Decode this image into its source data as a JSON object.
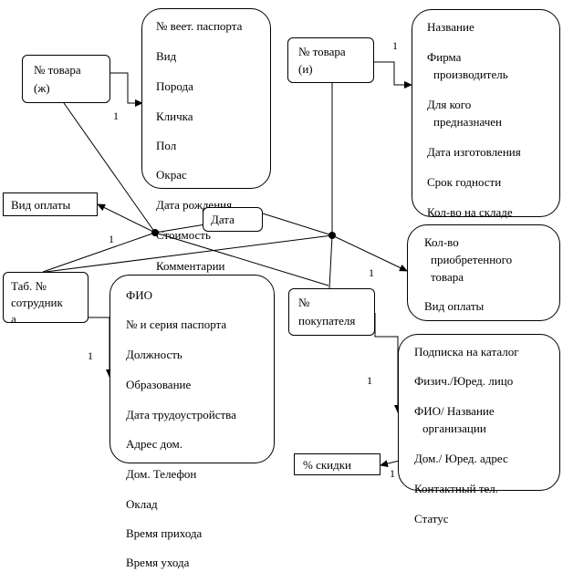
{
  "entities": {
    "product_animal": {
      "key": "№ товара",
      "key2": "(ж)"
    },
    "animal_attrs": [
      "№ веет. паспорта",
      "Вид",
      "Порода",
      "Кличка",
      "Пол",
      "Окрас",
      "Дата рождения",
      "Стоимость",
      "Комментарии"
    ],
    "product_item": {
      "key": "№ товара",
      "key2": "(и)"
    },
    "item_attrs": [
      "Название",
      "Фирма",
      "производитель",
      "Для кого",
      "предназначен",
      "Дата изготовления",
      "Срок годности",
      "Кол-во на складе"
    ],
    "payment_type": "Вид оплаты",
    "date": "Дата",
    "purchase_attrs": [
      "Кол-во",
      "приобретенного",
      "товара",
      "Вид оплаты"
    ],
    "employee": {
      "key1": "Таб. №",
      "key2": "сотрудник",
      "key3": "а"
    },
    "employee_attrs": [
      "ФИО",
      "№ и серия паспорта",
      "Должность",
      "Образование",
      "Дата трудоустройства",
      "Адрес  дом.",
      "Дом. Телефон",
      "Оклад",
      "Время прихода",
      "Время ухода"
    ],
    "customer": {
      "key1": "№",
      "key2": "покупателя"
    },
    "customer_attrs": [
      "Подписка на каталог",
      "Физич./Юред. лицо",
      "ФИО/ Название",
      "организации",
      "Дом./ Юред. адрес",
      "Контактный тел.",
      "Статус"
    ],
    "discount": "% скидки"
  },
  "cardinalities": {
    "c1": "1",
    "c2": "1",
    "c3": "1",
    "c4": "1",
    "c5": "1",
    "c6": "1",
    "c7": "1"
  }
}
